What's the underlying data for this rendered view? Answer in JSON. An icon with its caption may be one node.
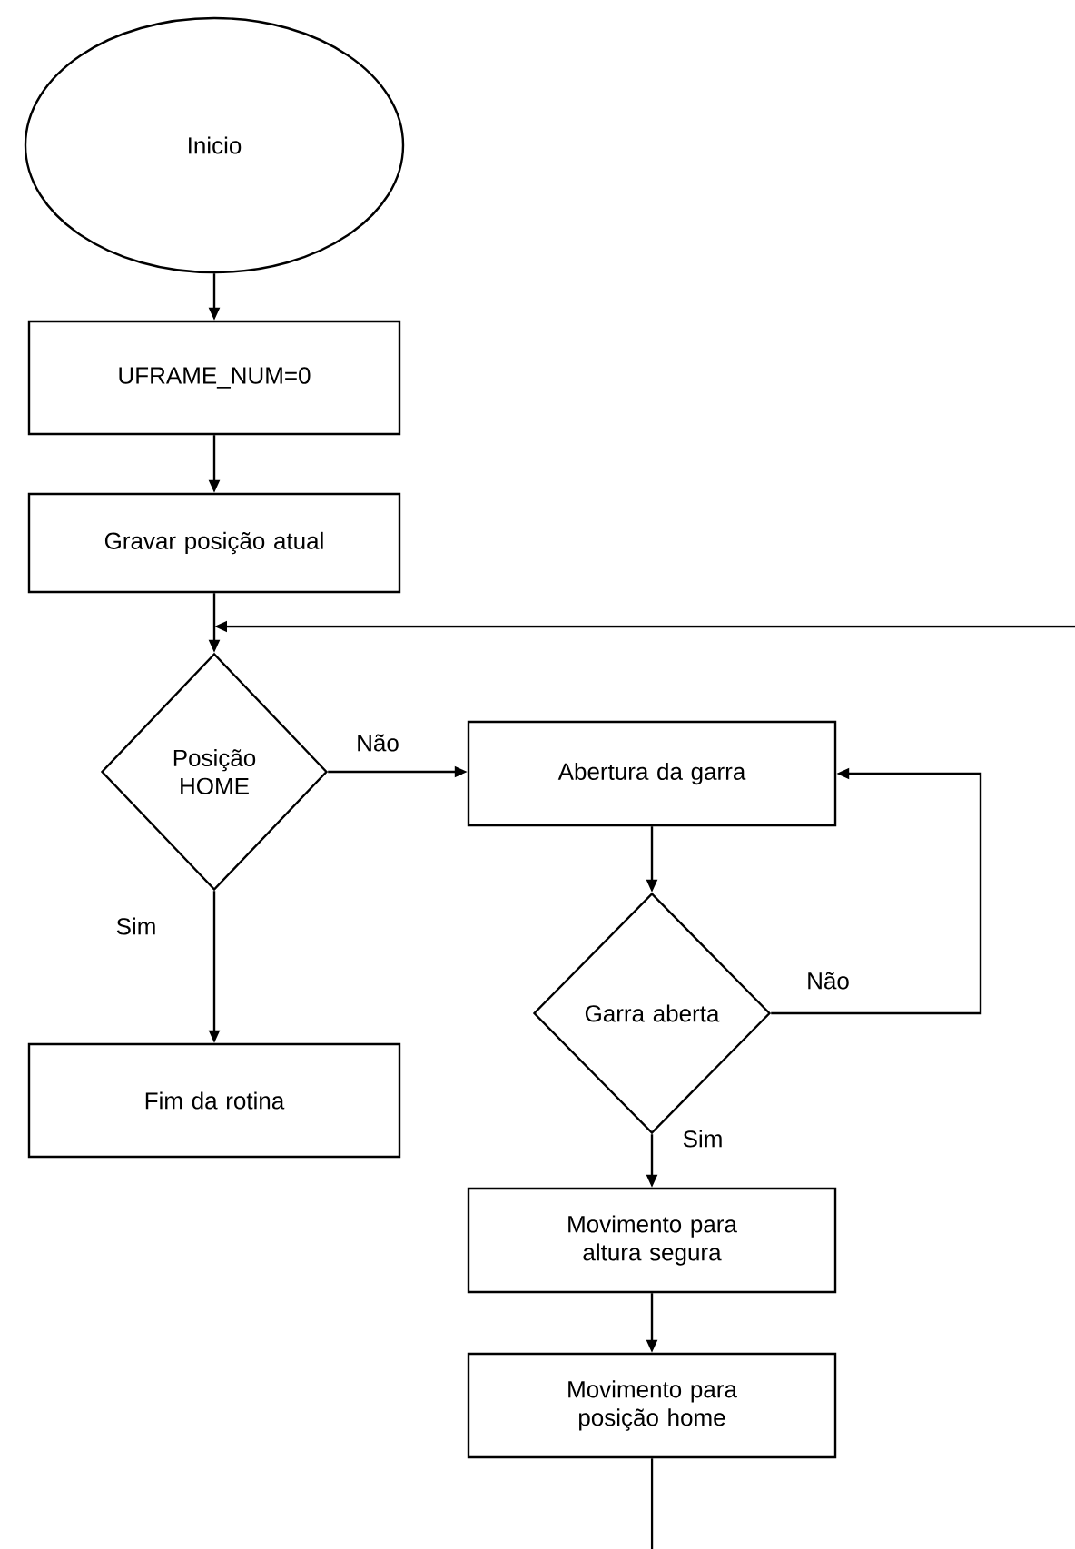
{
  "diagram": {
    "nodes": [
      {
        "text": [
          "Inicio"
        ]
      },
      {
        "text": [
          "UFRAME_NUM=0"
        ]
      },
      {
        "text": [
          "Gravar posição atual"
        ]
      },
      {
        "text": [
          "Posição HOME"
        ]
      },
      {
        "text": [
          "Abertura da garra"
        ]
      },
      {
        "text": [
          "Garra aberta"
        ]
      },
      {
        "text": [
          "Fim da rotina"
        ]
      },
      {
        "text": [
          "Movimento para altura segura"
        ]
      },
      {
        "text": [
          "Movimento para posição home"
        ]
      }
    ],
    "edges": [
      {
        "from": 0,
        "to": 1,
        "arrow": "to"
      },
      {
        "from": 1,
        "to": 2,
        "arrow": "to"
      },
      {
        "from": 2,
        "to": 3,
        "arrow": "to"
      },
      {
        "from": 3,
        "to": 4,
        "arrow": "to",
        "label": "Não"
      },
      {
        "from": 3,
        "to": 6,
        "arrow": "to",
        "label": "Sim"
      },
      {
        "from": 4,
        "to": 5,
        "arrow": "to"
      },
      {
        "from": 5,
        "to": 4,
        "arrow": "to",
        "label": "Não"
      },
      {
        "from": 5,
        "to": 7,
        "arrow": "to",
        "label": "Sim"
      },
      {
        "from": 7,
        "to": 8,
        "arrow": "to"
      },
      {
        "from": 8,
        "to": null,
        "arrow": "none"
      },
      {
        "from": null,
        "to": 3,
        "arrow": "to"
      }
    ]
  }
}
